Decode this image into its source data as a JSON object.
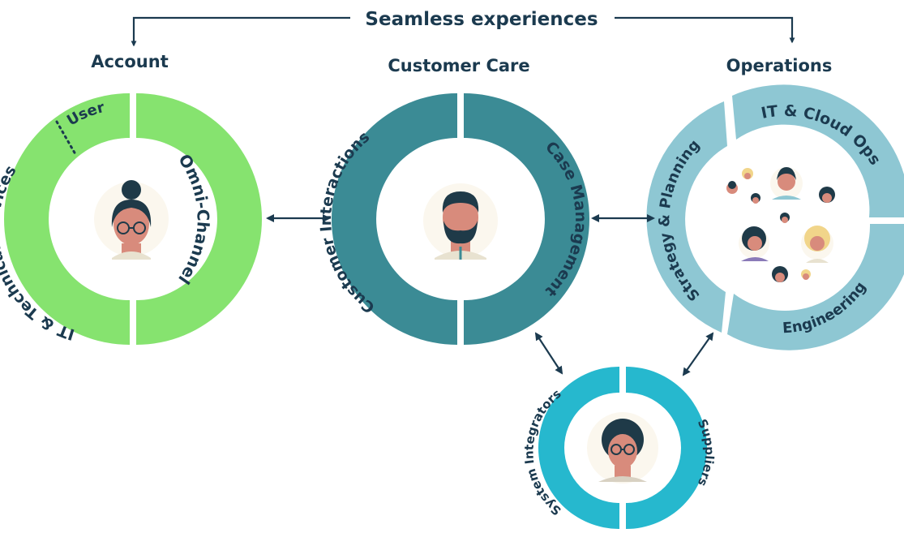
{
  "header": {
    "title": "Seamless experiences"
  },
  "colors": {
    "text": "#1b3a4f",
    "account": "#86e36f",
    "care": "#3b8b95",
    "operations": "#8ec7d3",
    "partners": "#26b8ce",
    "skin": "#d88b7c",
    "hair": "#1f3a48"
  },
  "groups": {
    "account": {
      "title": "Account",
      "segments": {
        "user": "User",
        "omni": "Omni-Channel",
        "it": "IT & Technical Services"
      },
      "avatar_icon": "woman-with-glasses-icon"
    },
    "care": {
      "title": "Customer Care",
      "segments": {
        "interactions": "Customer Interactions",
        "case": "Case Management"
      },
      "avatar_icon": "bearded-man-icon"
    },
    "operations": {
      "title": "Operations",
      "segments": {
        "itcloud": "IT & Cloud Ops",
        "strategy": "Strategy & Planning",
        "engineering": "Engineering"
      },
      "avatar_icon": "team-group-icon"
    },
    "partners": {
      "segments": {
        "integrators": "System Integrators",
        "suppliers": "Suppliers"
      },
      "avatar_icon": "person-with-glasses-icon"
    }
  }
}
